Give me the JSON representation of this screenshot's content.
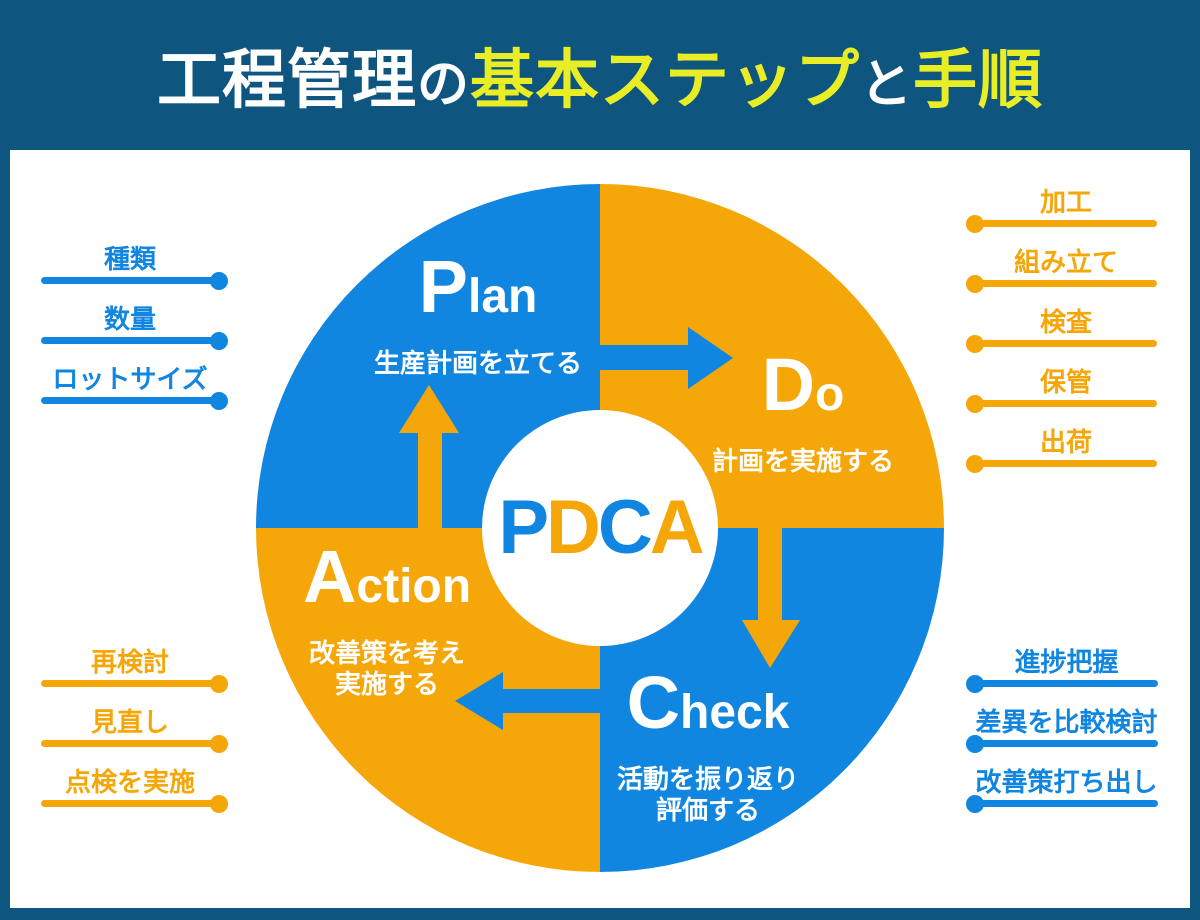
{
  "colors": {
    "navy": "#0e567f",
    "panel": "#ffffff",
    "blue": "#1086e0",
    "orange": "#f5a70a",
    "yellow": "#e8ed26",
    "white": "#ffffff"
  },
  "title": {
    "part1": "工程管理",
    "part2": "の",
    "part3": "基本ステップ",
    "part4": "と",
    "part5": "手順"
  },
  "center": {
    "letters": [
      "P",
      "D",
      "C",
      "A"
    ]
  },
  "quadrants": {
    "plan": {
      "initial": "P",
      "rest": "lan",
      "desc": "生産計画を立てる"
    },
    "do": {
      "initial": "D",
      "rest": "o",
      "desc": "計画を実施する"
    },
    "check": {
      "initial": "C",
      "rest": "heck",
      "desc_line1": "活動を振り返り",
      "desc_line2": "評価する"
    },
    "action": {
      "initial": "A",
      "rest": "ction",
      "desc_line1": "改善策を考え",
      "desc_line2": "実施する"
    }
  },
  "lists": {
    "plan_inputs": {
      "items": [
        "種類",
        "数量",
        "ロットサイズ"
      ]
    },
    "do_steps": {
      "items": [
        "加工",
        "組み立て",
        "検査",
        "保管",
        "出荷"
      ]
    },
    "action_points": {
      "items": [
        "再検討",
        "見直し",
        "点検を実施"
      ]
    },
    "check_points": {
      "items": [
        "進捗把握",
        "差異を比較検討",
        "改善策打ち出し"
      ]
    }
  }
}
